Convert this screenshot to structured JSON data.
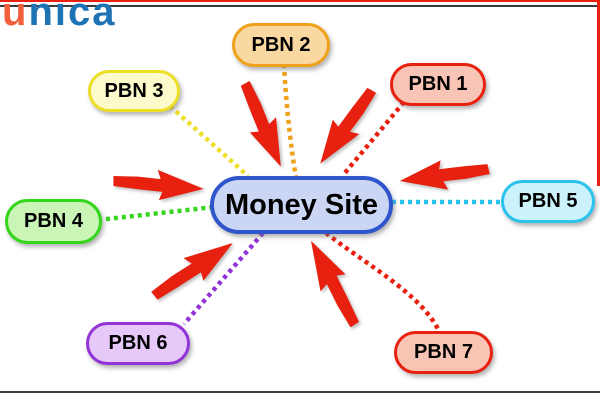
{
  "logo": {
    "prefix": "u",
    "suffix": "nica",
    "prefix_color": "#F0603A",
    "suffix_color": "#1E73B5"
  },
  "frame": {
    "top_red_color": "#E8200F",
    "right_red_color": "#E8200F",
    "divider_color": "#3B3B3B"
  },
  "center": {
    "label": "Money Site",
    "fill": "#CBD6F4",
    "border_color": "#2E55CB",
    "text_color": "#000000"
  },
  "nodes": [
    {
      "label": "PBN 1",
      "fill": "#F7C4B6",
      "border_color": "#E8200F",
      "position": "top-right"
    },
    {
      "label": "PBN 2",
      "fill": "#F9D8A2",
      "border_color": "#F0A11C",
      "position": "top-center"
    },
    {
      "label": "PBN 3",
      "fill": "#FDFACC",
      "border_color": "#EDDE26",
      "position": "upper-left"
    },
    {
      "label": "PBN 4",
      "fill": "#CBF4B7",
      "border_color": "#35D51C",
      "position": "left"
    },
    {
      "label": "PBN 5",
      "fill": "#CCF2FB",
      "border_color": "#29C3EE",
      "position": "right"
    },
    {
      "label": "PBN 6",
      "fill": "#E6C8F9",
      "border_color": "#9133D6",
      "position": "bottom-left"
    },
    {
      "label": "PBN 7",
      "fill": "#F8C5B4",
      "border_color": "#E8200F",
      "position": "bottom-right"
    }
  ],
  "connectors": [
    {
      "from": "PBN 1",
      "to": "Money Site",
      "color": "#E8200F",
      "style": "dotted"
    },
    {
      "from": "PBN 2",
      "to": "Money Site",
      "color": "#F0A11C",
      "style": "dotted"
    },
    {
      "from": "PBN 3",
      "to": "Money Site",
      "color": "#EDDE26",
      "style": "dotted"
    },
    {
      "from": "PBN 4",
      "to": "Money Site",
      "color": "#35D51C",
      "style": "dotted"
    },
    {
      "from": "PBN 5",
      "to": "Money Site",
      "color": "#29C3EE",
      "style": "dotted"
    },
    {
      "from": "PBN 6",
      "to": "Money Site",
      "color": "#9133D6",
      "style": "dotted"
    },
    {
      "from": "PBN 7",
      "to": "Money Site",
      "color": "#E8200F",
      "style": "dotted"
    }
  ],
  "arrows": {
    "color": "#E8200F",
    "items": [
      {
        "position": "upper-left",
        "direction": "down-right",
        "points_to": "Money Site"
      },
      {
        "position": "upper-right",
        "direction": "down-left",
        "points_to": "Money Site"
      },
      {
        "position": "left",
        "direction": "right",
        "points_to": "Money Site"
      },
      {
        "position": "right",
        "direction": "left",
        "points_to": "Money Site"
      },
      {
        "position": "lower-left",
        "direction": "up-right",
        "points_to": "Money Site"
      },
      {
        "position": "lower-right",
        "direction": "up-left",
        "points_to": "Money Site"
      }
    ]
  }
}
